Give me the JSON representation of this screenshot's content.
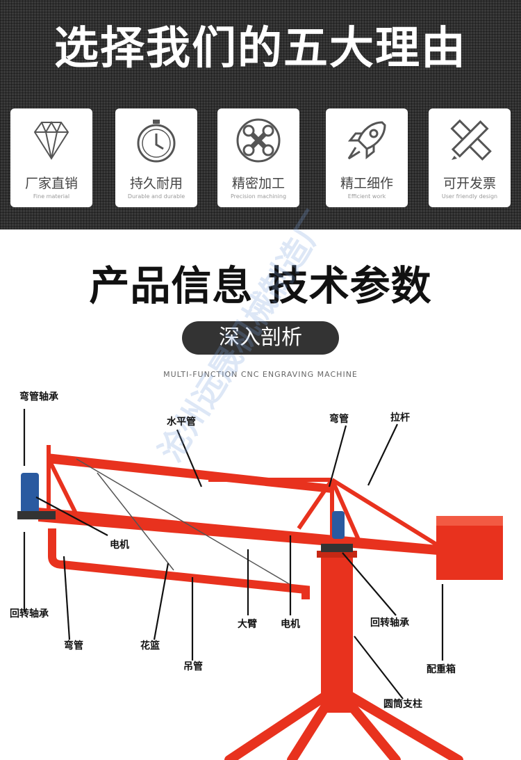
{
  "header": {
    "title": "选择我们的五大理由"
  },
  "features": [
    {
      "icon": "diamond-icon",
      "title": "厂家直销",
      "subtitle": "Fine material"
    },
    {
      "icon": "clock-icon",
      "title": "持久耐用",
      "subtitle": "Durable and durable"
    },
    {
      "icon": "wrench-icon",
      "title": "精密加工",
      "subtitle": "Precision machining"
    },
    {
      "icon": "rocket-icon",
      "title": "精工细作",
      "subtitle": "Efficient work"
    },
    {
      "icon": "pencil-ruler-icon",
      "title": "可开发票",
      "subtitle": "User friendly design"
    }
  ],
  "section": {
    "title": "产品信息 技术参数",
    "pill": "深入剖析",
    "subtitle": "MULTI-FUNCTION CNC ENGRAVING MACHINE",
    "watermark": "沧州远晟机械制造厂"
  },
  "labels": {
    "bend_bearing": "弯管轴承",
    "horizontal_pipe": "水平管",
    "bend_top": "弯管",
    "pull_rod": "拉杆",
    "motor_left": "电机",
    "rotary_bearing_left": "回转轴承",
    "bend_lower": "弯管",
    "flower_basket": "花篮",
    "hanging_pipe": "吊管",
    "big_arm": "大臂",
    "motor_center": "电机",
    "rotary_bearing_right": "回转轴承",
    "counterweight_box": "配重箱",
    "column": "圆筒支柱"
  },
  "colors": {
    "machine_red": "#e8321e",
    "dark_bg": "#3a3a3a",
    "motor_blue": "#2a5aa0"
  }
}
